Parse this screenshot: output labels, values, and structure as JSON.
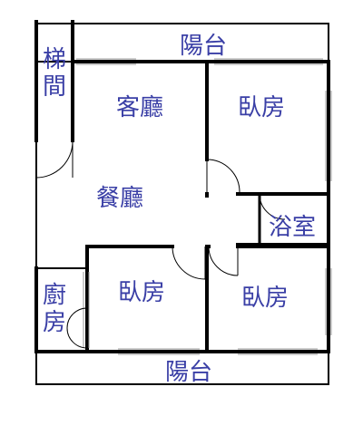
{
  "rooms": {
    "balcony_top": "陽台",
    "stairs": "梯間",
    "living_room": "客廳",
    "dining_room": "餐廳",
    "bedroom_top_right": "臥房",
    "bathroom": "浴室",
    "kitchen": "廚房",
    "bedroom_bottom_middle": "臥房",
    "bedroom_bottom_right": "臥房",
    "balcony_bottom": "陽台"
  },
  "colors": {
    "wall": "#000000",
    "label": "#3a3fa6",
    "background": "#ffffff"
  }
}
